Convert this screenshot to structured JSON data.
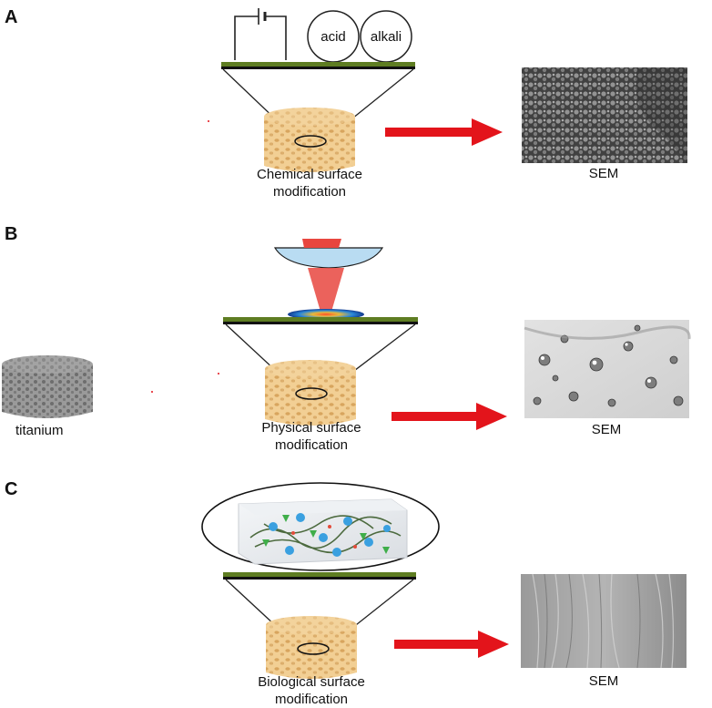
{
  "panels": {
    "a": {
      "letter": "A",
      "reagent_left": "acid",
      "reagent_right": "alkali",
      "caption_line1": "Chemical surface",
      "caption_line2": "modification",
      "sem_label": "SEM"
    },
    "b": {
      "letter": "B",
      "caption_line1": "Physical surface",
      "caption_line2": "modification",
      "sem_label": "SEM",
      "substrate_label": "titanium"
    },
    "c": {
      "letter": "C",
      "caption_line1": "Biological surface",
      "caption_line2": "modification",
      "sem_label": "SEM"
    }
  },
  "colors": {
    "arrow": "#e3141b",
    "plate_top": "#5e7d22",
    "scaffold": "#f0c88a",
    "laser": "#e8463f",
    "molecule_blue": "#3aa0e0",
    "molecule_green": "#3fae4a"
  }
}
